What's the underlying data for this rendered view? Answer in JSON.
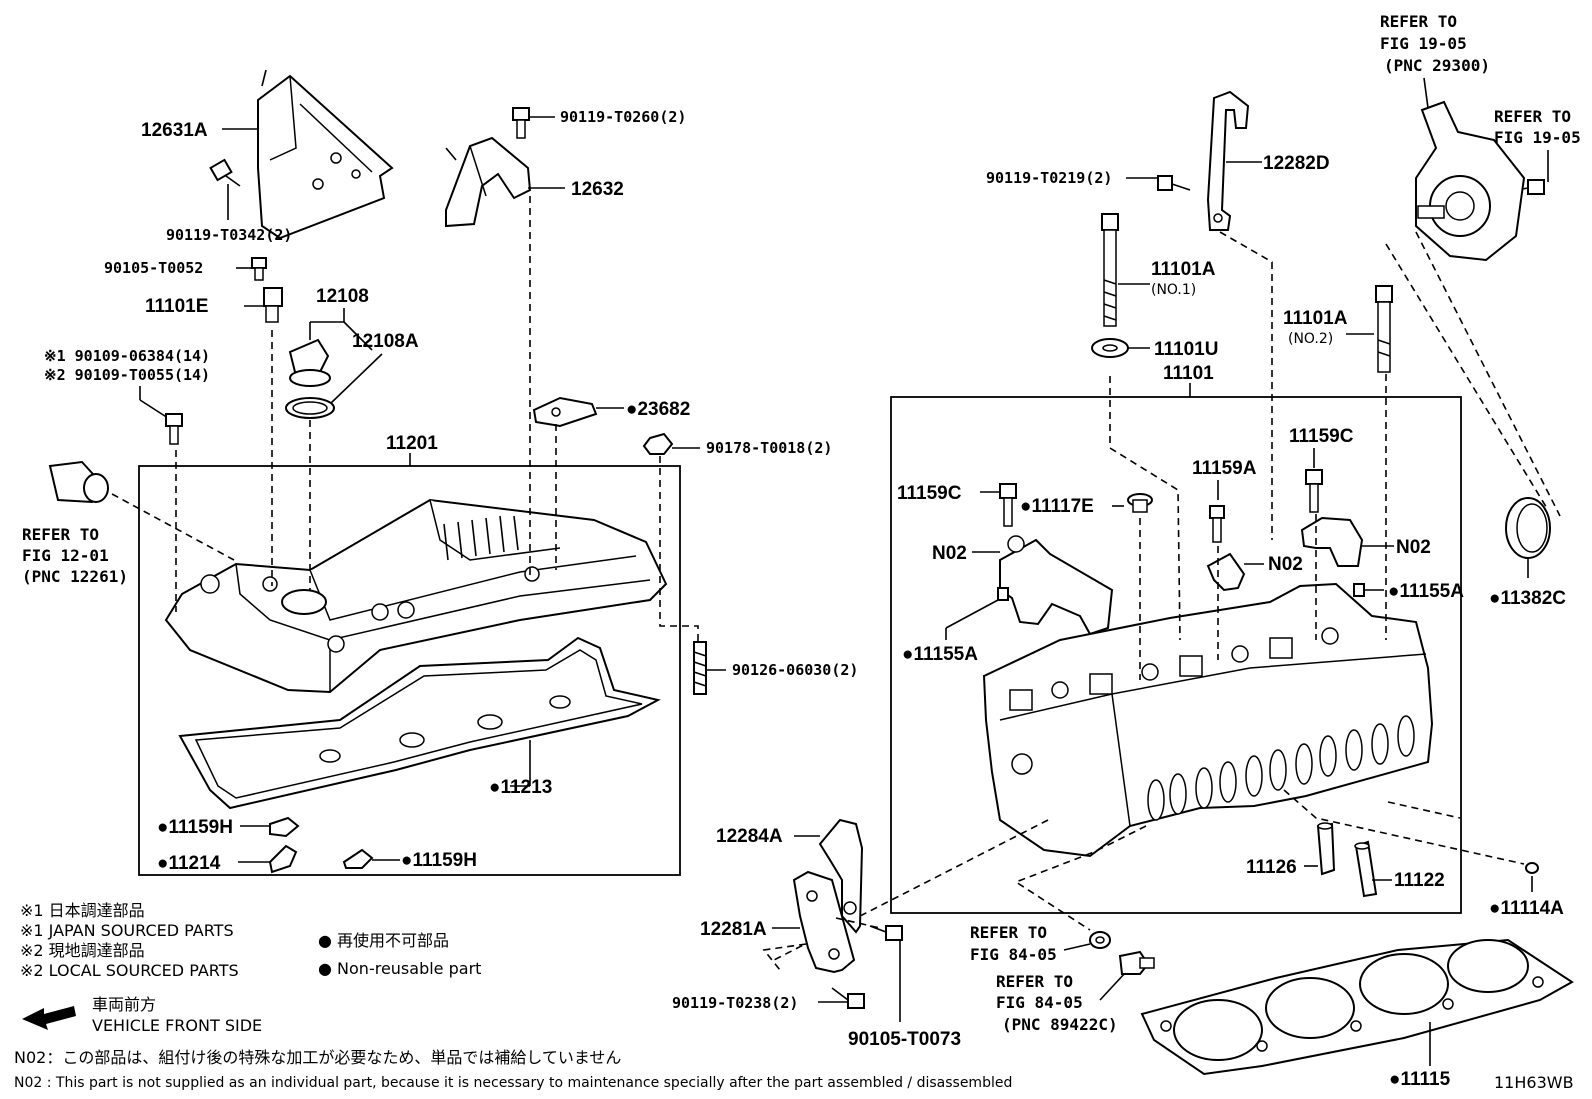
{
  "diagram_id": "11H63WB",
  "parts": {
    "p12631A": "12631A",
    "p90119_T0342": "90119-T0342(2)",
    "p90119_T0260": "90119-T0260(2)",
    "p12632": "12632",
    "p90105_T0052": "90105-T0052",
    "p11101E": "11101E",
    "p12108": "12108",
    "p12108A": "12108A",
    "p90109_06384": "※1 90109-06384(14)",
    "p90109_T0055": "※2 90109-T0055(14)",
    "p23682": "●23682",
    "p90178_T0018": "90178-T0018(2)",
    "p11201": "11201",
    "p90126_06030": "90126-06030(2)",
    "p11213": "●11213",
    "p11159H_a": "●11159H",
    "p11214": "●11214",
    "p11159H_b": "●11159H",
    "p90119_T0219": "90119-T0219(2)",
    "p12282D": "12282D",
    "p11101A_1": "11101A",
    "p11101A_1_sub": "(NO.1)",
    "p11101U": "11101U",
    "p11101A_2": "11101A",
    "p11101A_2_sub": "(NO.2)",
    "p11101": "11101",
    "p11159C_a": "11159C",
    "p11159A": "11159A",
    "p11159C_b": "11159C",
    "p11117E": "●11117E",
    "pN02_a": "N02",
    "pN02_b": "N02",
    "pN02_c": "N02",
    "p11155A_a": "●11155A",
    "p11155A_b": "●11155A",
    "p11382C": "●11382C",
    "p11114A": "●11114A",
    "p11126": "11126",
    "p11122": "11122",
    "p12284A": "12284A",
    "p12281A": "12281A",
    "p90119_T0238": "90119-T0238(2)",
    "p90105_T0073": "90105-T0073",
    "p11115": "●11115"
  },
  "refs": {
    "ref1_l1": "REFER TO",
    "ref1_l2": "FIG 12-01",
    "ref1_l3": "(PNC 12261)",
    "ref2_l1": "REFER TO",
    "ref2_l2": "FIG 19-05",
    "ref2_l3": "(PNC 29300)",
    "ref3_l1": "REFER TO",
    "ref3_l2": "FIG 19-05",
    "ref4_l1": "REFER TO",
    "ref4_l2": "FIG 84-05",
    "ref5_l1": "REFER TO",
    "ref5_l2": "FIG 84-05",
    "ref5_l3": "(PNC 89422C)"
  },
  "legend": {
    "jp_sourced_jp": "※1  日本調達部品",
    "jp_sourced_en": "※1  JAPAN SOURCED PARTS",
    "local_sourced_jp": "※2  現地調達部品",
    "local_sourced_en": "※2  LOCAL SOURCED PARTS",
    "nonreusable_jp": "● 再使用不可部品",
    "nonreusable_en": "● Non-reusable part",
    "front_jp": "車両前方",
    "front_en": "VEHICLE FRONT SIDE"
  },
  "footnotes": {
    "n02_jp": "N02：この部品は、組付け後の特殊な加工が必要なため、単品では補給していません",
    "n02_en": "N02 : This part is not supplied as an individual part, because it is necessary to maintenance specially after the part assembled / disassembled"
  }
}
